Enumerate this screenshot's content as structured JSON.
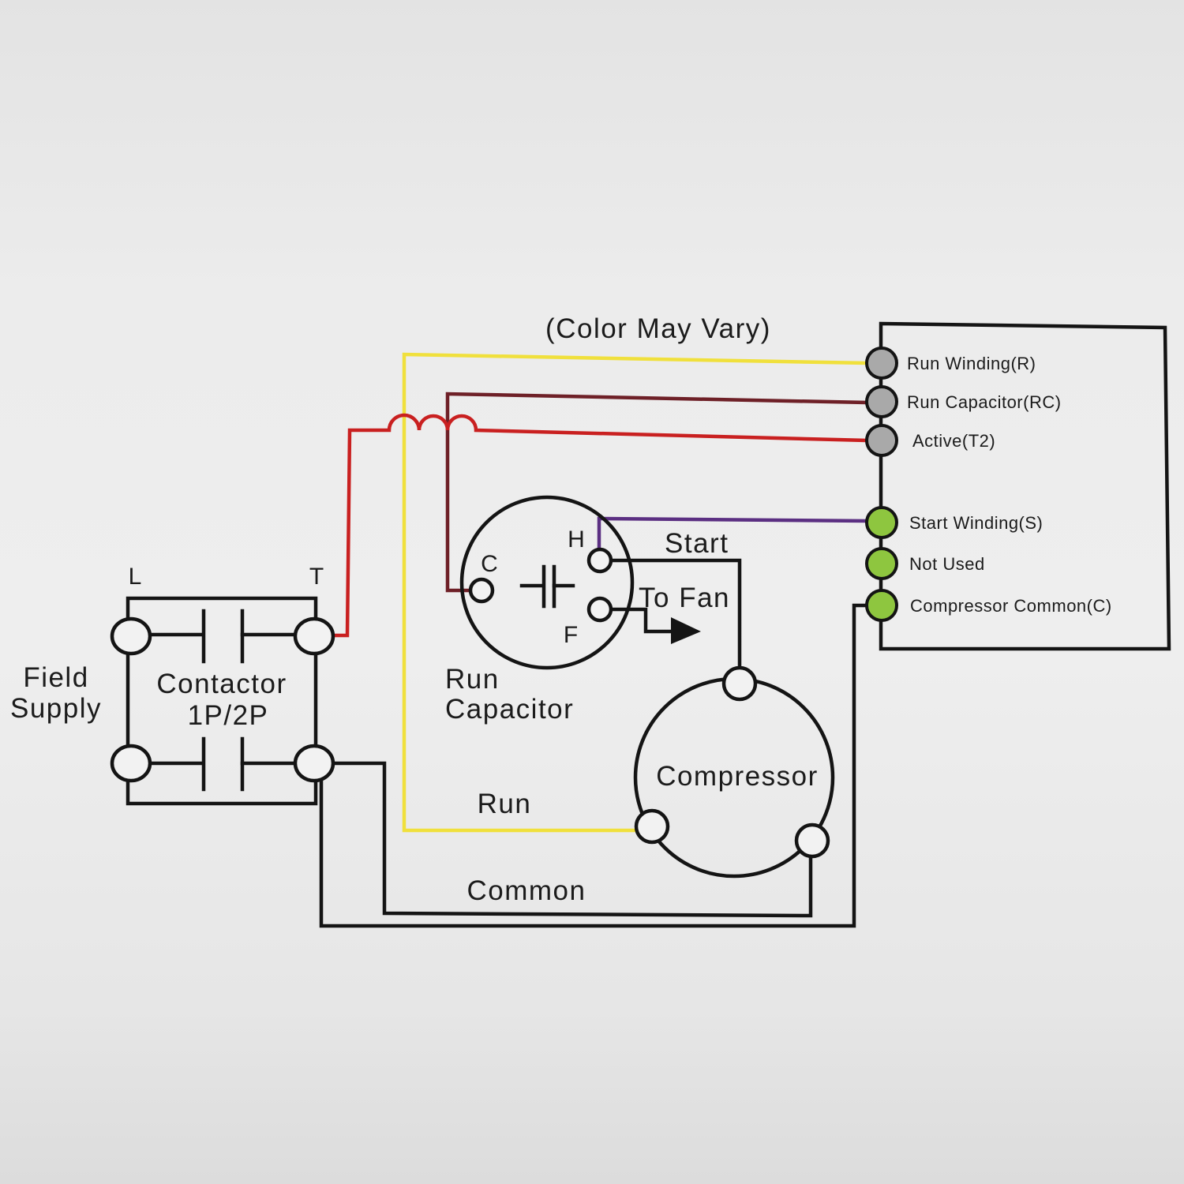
{
  "title": "(Color May Vary)",
  "colors": {
    "yellow_wire": "#f0e03c",
    "red_wire": "#c92020",
    "maroon_wire": "#6e2027",
    "purple_wire": "#5b2f82",
    "grey_terminal": "#a9a9a9",
    "green_terminal": "#8ec63f"
  },
  "contactor": {
    "label_line1": "Contactor",
    "label_line2": "1P/2P",
    "terminal_left": "L",
    "terminal_right": "T"
  },
  "field_supply": {
    "line1": "Field",
    "line2": "Supply"
  },
  "run_capacitor": {
    "label_line1": "Run",
    "label_line2": "Capacitor",
    "terminal_common": "C",
    "terminal_herm": "H",
    "terminal_fan": "F"
  },
  "compressor": {
    "label": "Compressor"
  },
  "wire_labels": {
    "start": "Start",
    "to_fan": "To Fan",
    "run": "Run",
    "common": "Common"
  },
  "module": {
    "terminals": [
      {
        "label": "Run Winding(R)",
        "color": "grey"
      },
      {
        "label": "Run Capacitor(RC)",
        "color": "grey"
      },
      {
        "label": "Active(T2)",
        "color": "grey"
      },
      {
        "label": "Start Winding(S)",
        "color": "green"
      },
      {
        "label": "Not Used",
        "color": "green"
      },
      {
        "label": "Compressor Common(C)",
        "color": "green"
      }
    ]
  }
}
